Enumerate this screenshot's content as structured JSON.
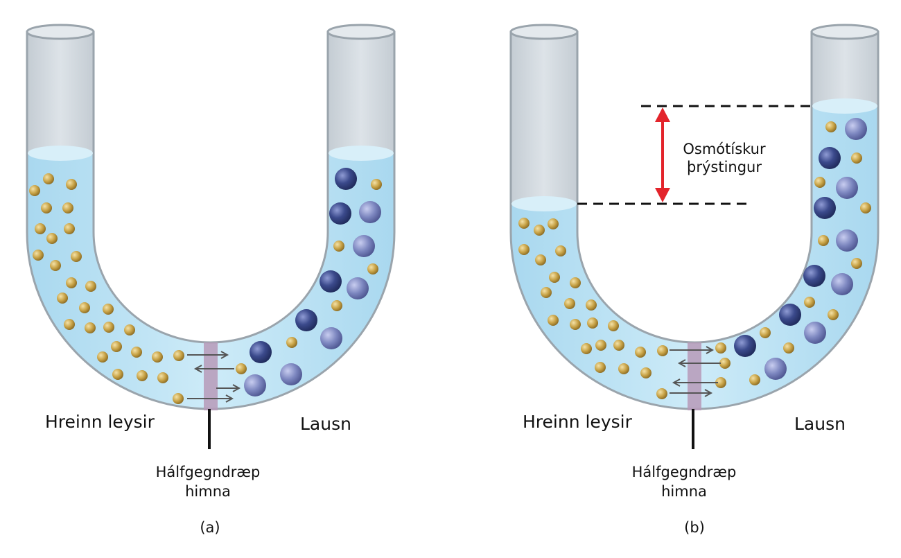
{
  "panels": [
    {
      "id": "a",
      "caption": "(a)",
      "left_label": "Hreinn leysir",
      "right_label": "Lausn",
      "membrane_label_line1": "Hálfgegndræp",
      "membrane_label_line2": "himna"
    },
    {
      "id": "b",
      "caption": "(b)",
      "left_label": "Hreinn leysir",
      "right_label": "Lausn",
      "membrane_label_line1": "Hálfgegndræp",
      "membrane_label_line2": "himna",
      "pressure_label_line1": "Osmótískur",
      "pressure_label_line2": "þrýstingur"
    }
  ],
  "colors": {
    "liquid": "#bfe3f4",
    "liquid_edge": "#8ecae8",
    "tube_glass": "#d3dbe2",
    "tube_outline": "#9aa4ac",
    "membrane": "#b69ab8",
    "solvent_particle": "#c9a448",
    "solute_dark": "#3b4a8c",
    "solute_light": "#7c86bf",
    "pressure_arrow": "#e3242b"
  },
  "icons": {
    "solvent": "small-gold-sphere-icon",
    "solute": "large-blue-sphere-icon",
    "flow": "double-arrow-icon"
  }
}
